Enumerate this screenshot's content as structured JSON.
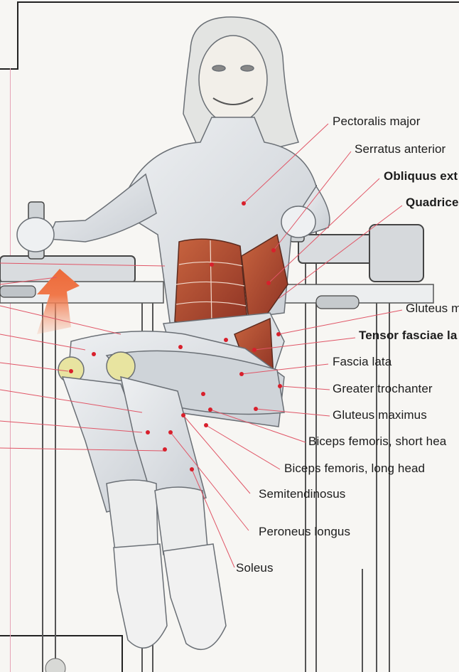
{
  "labels": {
    "pectoralis_major": "Pectoralis major",
    "serratus_anterior": "Serratus anterior",
    "obliquus_ext": "Obliquus ext",
    "quadrice": "Quadrice",
    "gluteus_m": "Gluteus m",
    "tensor_fasciae": "Tensor fasciae la",
    "fascia_lata": "Fascia lata",
    "greater_trochanter": "Greater trochanter",
    "gluteus_maximus": "Gluteus maximus",
    "biceps_short": "Biceps femoris, short hea",
    "biceps_long": "Biceps femoris, long head",
    "semitendinosus": "Semitendinosus",
    "peroneus_longus": "Peroneus longus",
    "soleus": "Soleus"
  },
  "colors": {
    "leader_line": "#e05566",
    "marker_dot": "#d8202c",
    "muscle_red": "#b8402e",
    "arrow": "#f0784a",
    "frame": "#222222",
    "margin_pink": "#e6a3b6"
  }
}
